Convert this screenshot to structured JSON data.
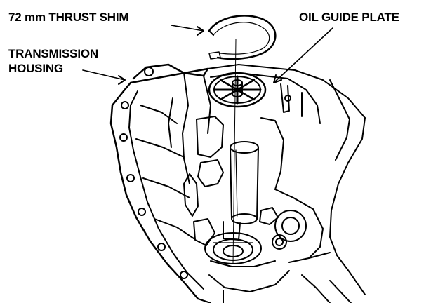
{
  "labels": {
    "thrust_shim": "72 mm THRUST SHIM",
    "oil_guide_plate": "OIL GUIDE PLATE",
    "housing_line1": "TRANSMISSION",
    "housing_line2": "HOUSING"
  },
  "colors": {
    "ink": "#000000",
    "paper": "#ffffff"
  }
}
